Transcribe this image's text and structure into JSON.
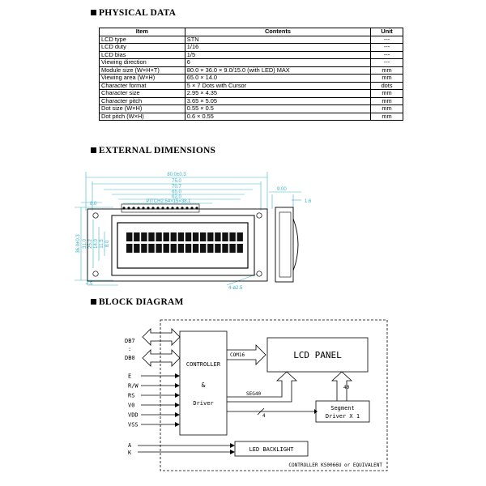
{
  "sections": {
    "physical": "PHYSICAL DATA",
    "external": "EXTERNAL DIMENSIONS",
    "block": "BLOCK DIAGRAM"
  },
  "physical_table": {
    "headers": [
      "Item",
      "Contents",
      "Unit"
    ],
    "rows": [
      [
        "LCD type",
        "STN",
        "---"
      ],
      [
        "LCD duty",
        "1/16",
        "---"
      ],
      [
        "LCD bias",
        "1/5",
        "---"
      ],
      [
        "Viewing direction",
        "6",
        "---"
      ],
      [
        "Module size (W×H×T)",
        "80.0 × 36.0 × 9.0/15.0 (with LED) MAX",
        "mm"
      ],
      [
        "Viewing area (W×H)",
        "65.0 × 14.0",
        "mm"
      ],
      [
        "Character format",
        "5 × 7 Dots with Cursor",
        "dots"
      ],
      [
        "Character size",
        "2.95 × 4.35",
        "mm"
      ],
      [
        "Character pitch",
        "3.65 × 5.05",
        "mm"
      ],
      [
        "Dot size (W×H)",
        "0.55 × 0.5",
        "mm"
      ],
      [
        "Dot pitch (W×H)",
        "0.6 × 0.55",
        "mm"
      ]
    ]
  },
  "dimensions": {
    "width_total": "80.0±0.3",
    "d75": "75.0",
    "d70": "70.7",
    "d65": "65.0",
    "d62": "62.0",
    "pitch": "PITCH2.54×15=38.1",
    "left_offset": "8.0",
    "thickness": "9.00",
    "led": "1.6",
    "height_total": "36.0±0.3",
    "d31": "31.0",
    "d25": "25.2",
    "d14": "14.0",
    "d11": "11.5",
    "d8": "8.0",
    "margin": "4.5",
    "holes": "4-ø2.5"
  },
  "block": {
    "db7": "DB7",
    "colon": ":",
    "db0": "DB0",
    "controller": "CONTROLLER",
    "amp": "&",
    "driver": "Driver",
    "com16": "COM16",
    "lcd_panel": "LCD PANEL",
    "seg40": "SEG40",
    "n4": "4",
    "n40": "40",
    "segment_1": "Segment",
    "segment_2": "Driver X 1",
    "signals": [
      "E",
      "R/W",
      "RS",
      "V0",
      "VDD",
      "VSS"
    ],
    "a": "A",
    "k": "K",
    "led_backlight": "LED BACKLIGHT",
    "footer": "CONTROLLER KS0066U or EQUIVALENT"
  }
}
